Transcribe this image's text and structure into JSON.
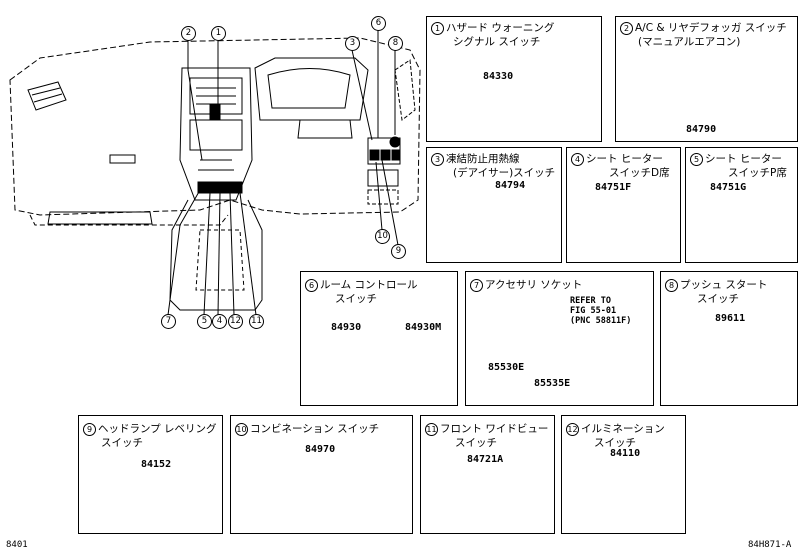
{
  "panels": [
    {
      "num": "1",
      "title_l1": "ハザード ウォーニング",
      "title_l2": "シグナル スイッチ",
      "part": "84330"
    },
    {
      "num": "2",
      "title_l1": "A/C & リヤデフォッガ スイッチ",
      "title_l2": "(マニュアルエアコン)",
      "part": "84790"
    },
    {
      "num": "3",
      "title_l1": "凍結防止用熱線",
      "title_l2": "(デアイサー)スイッチ",
      "part": "84794"
    },
    {
      "num": "4",
      "title_l1": "シート ヒーター",
      "title_l2": "スイッチD席",
      "part": "84751F"
    },
    {
      "num": "5",
      "title_l1": "シート ヒーター",
      "title_l2": "スイッチP席",
      "part": "84751G"
    },
    {
      "num": "6",
      "title_l1": "ルーム コントロール",
      "title_l2": "スイッチ",
      "part": "84930",
      "part2": "84930M"
    },
    {
      "num": "7",
      "title_l1": "アクセサリ ソケット",
      "title_l2": "",
      "part": "85530E",
      "part2": "85535E",
      "ref": "REFER TO\nFIG 55-01\n(PNC 58811F)"
    },
    {
      "num": "8",
      "title_l1": "プッシュ スタート",
      "title_l2": "スイッチ",
      "part": "89611"
    },
    {
      "num": "9",
      "title_l1": "ヘッドランプ レベリング",
      "title_l2": "スイッチ",
      "part": "84152"
    },
    {
      "num": "10",
      "title_l1": "コンビネーション スイッチ",
      "title_l2": "",
      "part": "84970"
    },
    {
      "num": "11",
      "title_l1": "フロント ワイドビュー",
      "title_l2": "スイッチ",
      "part": "84721A"
    },
    {
      "num": "12",
      "title_l1": "イルミネーション",
      "title_l2": "スイッチ",
      "part": "84110"
    }
  ],
  "callouts": [
    "1",
    "2",
    "3",
    "4",
    "5",
    "6",
    "7",
    "8",
    "9",
    "10",
    "11",
    "12"
  ],
  "footer": {
    "left": "8401",
    "right": "84H871-A"
  }
}
